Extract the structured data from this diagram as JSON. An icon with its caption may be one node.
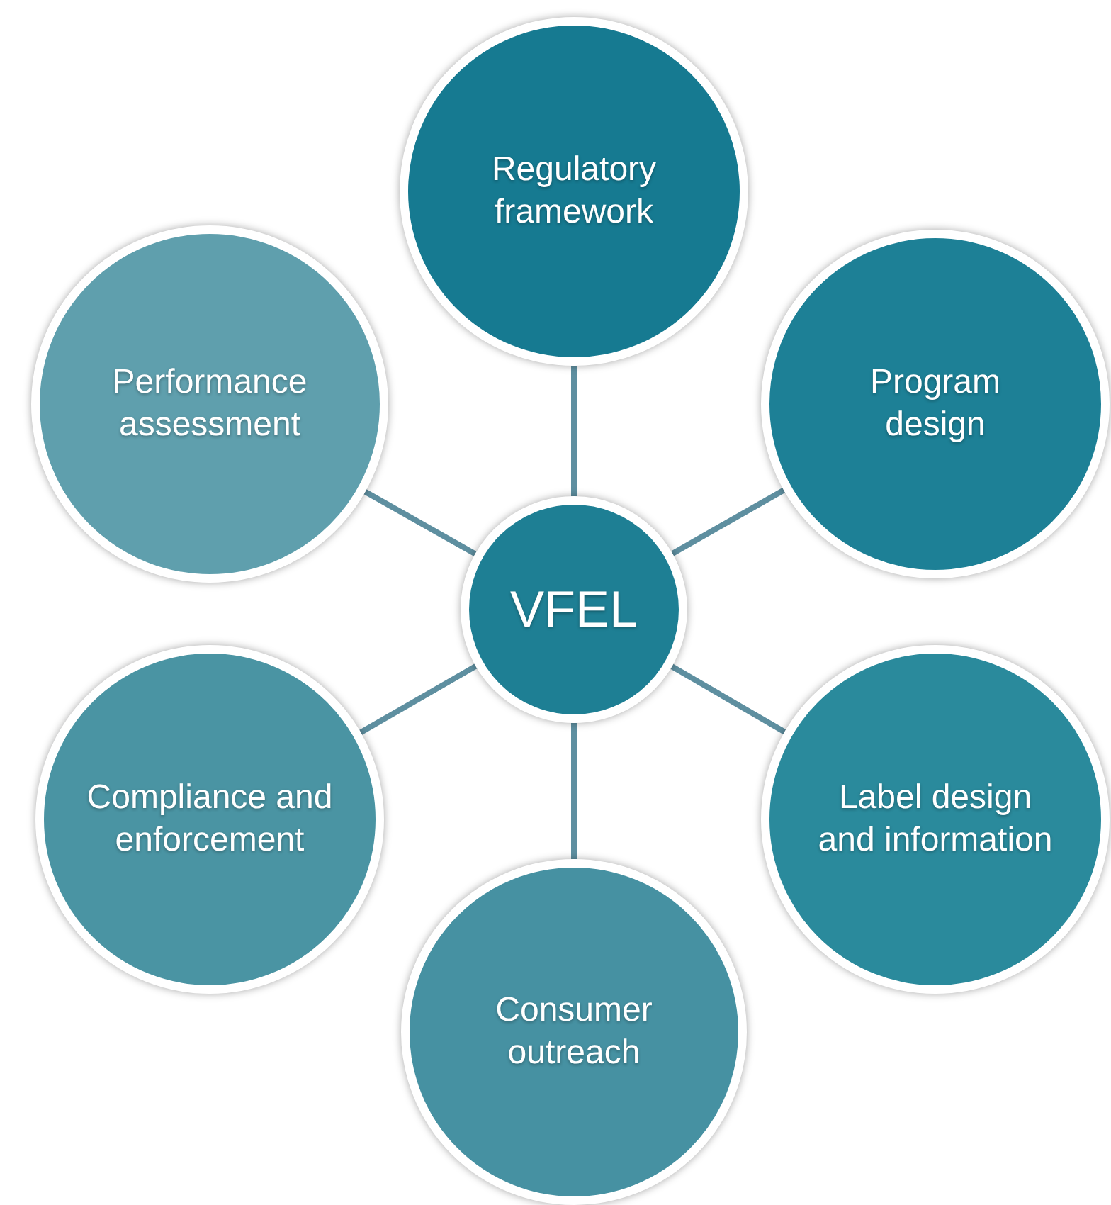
{
  "diagram": {
    "nodes": [
      {
        "text": [
          "VFEL"
        ]
      },
      {
        "text": [
          "Regulatory framework"
        ]
      },
      {
        "text": [
          "Program design"
        ]
      },
      {
        "text": [
          "Label design and information"
        ]
      },
      {
        "text": [
          "Consumer outreach"
        ]
      },
      {
        "text": [
          "Compliance and enforcement"
        ]
      },
      {
        "text": [
          "Performance assessment"
        ]
      }
    ],
    "edges": [
      {
        "from": 0,
        "to": 1,
        "arrow": "none"
      },
      {
        "from": 0,
        "to": 2,
        "arrow": "none"
      },
      {
        "from": 0,
        "to": 3,
        "arrow": "none"
      },
      {
        "from": 0,
        "to": 4,
        "arrow": "none"
      },
      {
        "from": 0,
        "to": 5,
        "arrow": "none"
      },
      {
        "from": 0,
        "to": 6,
        "arrow": "none"
      }
    ]
  }
}
